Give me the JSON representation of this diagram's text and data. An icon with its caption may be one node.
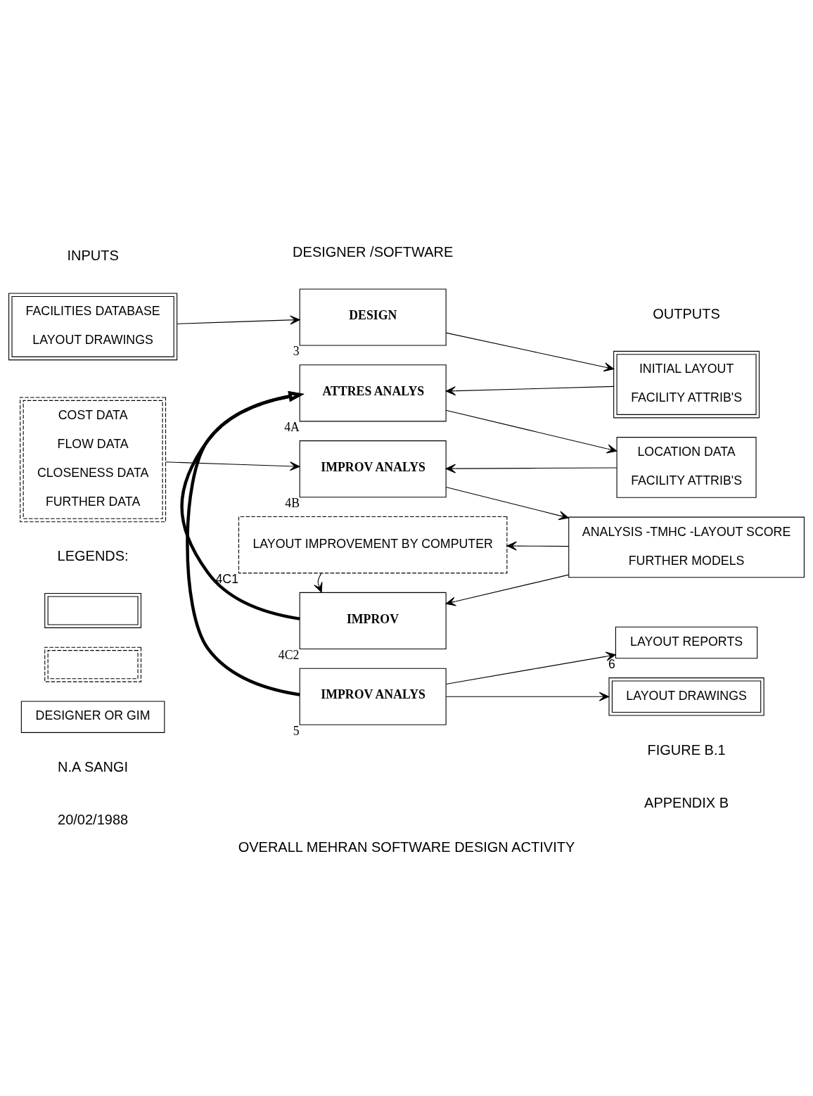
{
  "diagram": {
    "caption": "OVERALL MEHRAN SOFTWARE DESIGN ACTIVITY",
    "nodes": [
      {
        "text": [
          "FACILITIES DATABASE",
          "LAYOUT DRAWINGS"
        ]
      },
      {
        "text": [
          "DESIGN"
        ],
        "beside": [
          "3"
        ]
      },
      {
        "text": [
          "INITIAL LAYOUT",
          "FACILITY ATTRIB'S"
        ]
      },
      {
        "text": [
          "ATTRES ANALYS"
        ],
        "beside": [
          "4A"
        ]
      },
      {
        "text": [
          "LOCATION DATA",
          "FACILITY ATTRIB'S"
        ]
      },
      {
        "text": [
          "COST DATA",
          "FLOW DATA",
          "CLOSENESS DATA",
          "FURTHER DATA"
        ]
      },
      {
        "text": [
          "IMPROV ANALYS"
        ],
        "beside": [
          "4B"
        ]
      },
      {
        "text": [
          "ANALYSIS -TMHC -LAYOUT SCORE",
          "FURTHER MODELS"
        ]
      },
      {
        "text": [
          "LAYOUT IMPROVEMENT BY COMPUTER"
        ],
        "beside": [
          "4C1"
        ]
      },
      {
        "text": [
          "IMPROV"
        ],
        "beside": [
          "4C2"
        ]
      },
      {
        "text": [
          "IMPROV ANALYS"
        ],
        "beside": [
          "5"
        ]
      },
      {
        "text": [
          "LAYOUT REPORTS"
        ],
        "beside": [
          "6"
        ]
      },
      {
        "text": [
          "LAYOUT DRAWINGS"
        ]
      },
      {
        "text": [],
        "shape": "box"
      },
      {
        "text": [],
        "shape": "box"
      },
      {
        "text": [
          "DESIGNER OR GIM"
        ]
      }
    ],
    "edges": [
      {
        "from": 0,
        "to": 1,
        "arrow": "to"
      },
      {
        "from": 1,
        "to": 2,
        "arrow": "to"
      },
      {
        "from": 2,
        "to": 3,
        "arrow": "to"
      },
      {
        "from": 3,
        "to": 4,
        "arrow": "to"
      },
      {
        "from": 4,
        "to": 6,
        "arrow": "to"
      },
      {
        "from": 5,
        "to": 6,
        "arrow": "to"
      },
      {
        "from": 6,
        "to": 7,
        "arrow": "to"
      },
      {
        "from": 7,
        "to": 8,
        "arrow": "to"
      },
      {
        "from": 7,
        "to": 9,
        "arrow": "to"
      },
      {
        "from": 8,
        "to": 9,
        "arrow": "to"
      },
      {
        "from": 9,
        "to": 3,
        "arrow": "to",
        "style": "thick"
      },
      {
        "from": 10,
        "to": 3,
        "arrow": "to",
        "style": "thick"
      },
      {
        "from": 10,
        "to": 11,
        "arrow": "to"
      },
      {
        "from": 10,
        "to": 12,
        "arrow": "to"
      }
    ],
    "labels": [
      "INPUTS",
      "DESIGNER /SOFTWARE",
      "OUTPUTS",
      "LEGENDS:",
      "N.A SANGI",
      "20/02/1988",
      "FIGURE B.1",
      "APPENDIX B"
    ]
  }
}
